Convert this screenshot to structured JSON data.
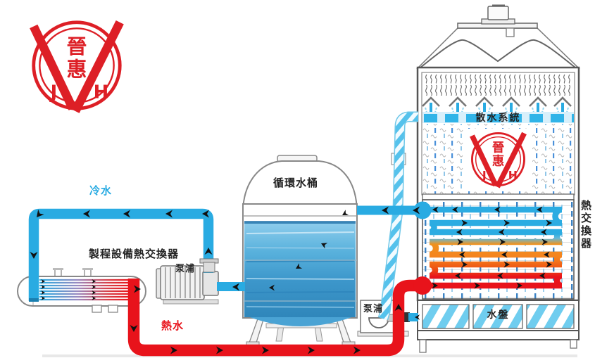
{
  "labels": {
    "cold_water": "冷水",
    "hot_water": "熱水",
    "process_heat_exchanger": "製程設備熱交換器",
    "pump_left": "泵浦",
    "pump_tower": "泵浦",
    "circulation_tank": "循環水桶",
    "spray_system": "散水系統",
    "water_pan": "水盤",
    "coil_heat_exchanger": "熱交換器"
  },
  "logo": {
    "char_top": "晉",
    "char_bottom": "惠",
    "initial_left": "J",
    "initial_right": "H"
  },
  "colors": {
    "cold_pipe": "#29ABE2",
    "hot_pipe": "#E8131B",
    "warm_coil": "#F5821F",
    "pan_stripe": "#6FCDEF",
    "logo_red": "#DD1F26"
  }
}
